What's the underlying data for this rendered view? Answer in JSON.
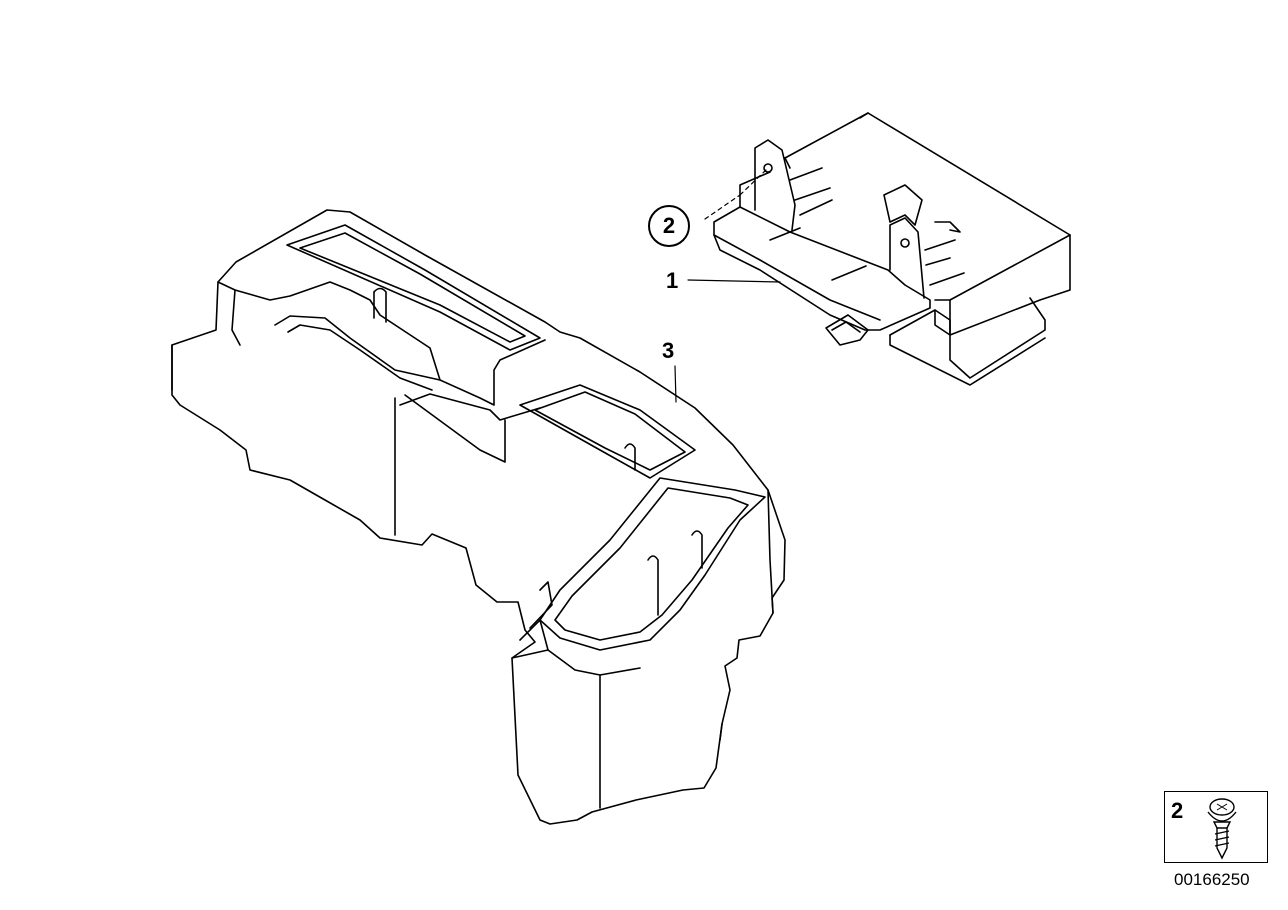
{
  "callouts": {
    "part1": "1",
    "part2": "2",
    "part3": "3"
  },
  "legend": {
    "part_number": "2",
    "icon": "screw-icon"
  },
  "document_id": "00166250"
}
